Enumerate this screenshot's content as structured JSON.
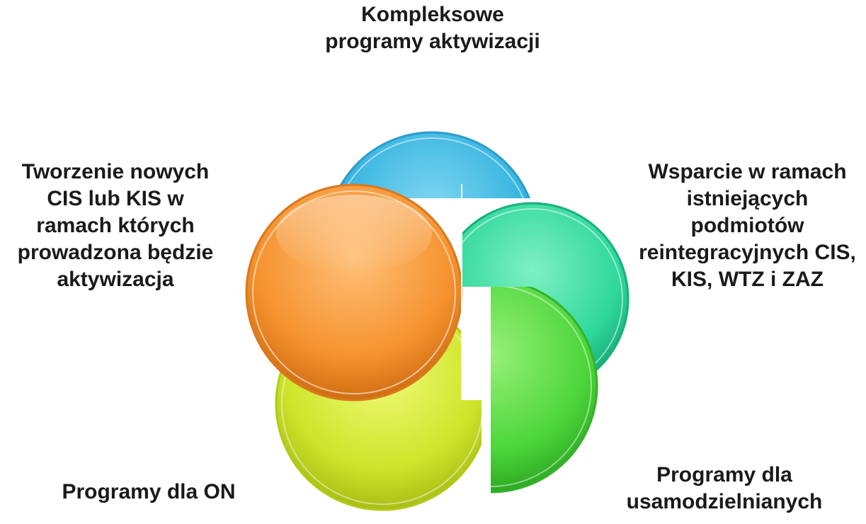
{
  "diagram": {
    "type": "cycle",
    "center_graphic": "five-overlapping-glossy-circles",
    "nodes": [
      {
        "id": "top",
        "text": "Kompleksowe\nprogramy aktywizacji",
        "color": "#3bb7e0"
      },
      {
        "id": "right",
        "text": "Wsparcie w ramach\nistniejących\npodmiotów\nreintegracyjnych CIS,\nKIS, WTZ i ZAZ",
        "color": "#2fd99a"
      },
      {
        "id": "bottom_right",
        "text": "Programy dla\nusamodzielnianych",
        "color": "#4ed63a"
      },
      {
        "id": "bottom_left",
        "text": "Programy dla ON",
        "color": "#cfe62a"
      },
      {
        "id": "left",
        "text": "Tworzenie nowych\nCIS lub KIS w\nramach których\nprowadzona będzie\naktywizacja",
        "color": "#f5922e"
      }
    ]
  }
}
